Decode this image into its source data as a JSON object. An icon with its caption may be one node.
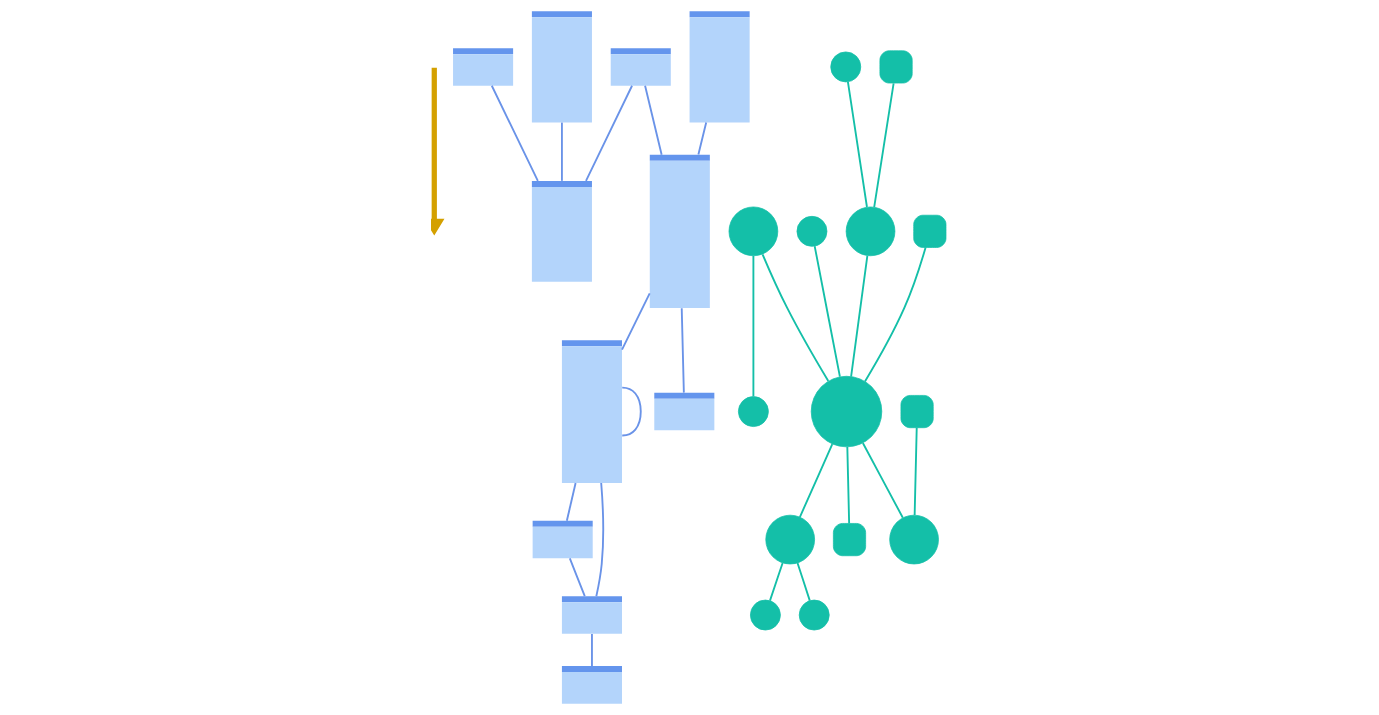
{
  "diagram": {
    "nodes": [
      {
        "text": [],
        "shape": "box"
      },
      {
        "text": [],
        "shape": "box"
      },
      {
        "text": [],
        "shape": "box"
      },
      {
        "text": [],
        "shape": "box"
      },
      {
        "text": [],
        "shape": "box"
      },
      {
        "text": [],
        "shape": "box"
      },
      {
        "text": [],
        "shape": "box"
      },
      {
        "text": [],
        "shape": "box"
      },
      {
        "text": [],
        "shape": "box"
      },
      {
        "text": [],
        "shape": "box"
      },
      {
        "text": [],
        "shape": "box"
      },
      {
        "text": [],
        "shape": "circle"
      },
      {
        "text": [],
        "shape": "circle"
      },
      {
        "text": [],
        "shape": "circle"
      },
      {
        "text": [],
        "shape": "box"
      },
      {
        "text": [],
        "shape": "circle"
      },
      {
        "text": [],
        "shape": "circle"
      },
      {
        "text": [],
        "shape": "circle"
      },
      {
        "text": [],
        "shape": "box"
      },
      {
        "text": [],
        "shape": "circle"
      },
      {
        "text": [],
        "shape": "circle"
      },
      {
        "text": [],
        "shape": "box"
      },
      {
        "text": [],
        "shape": "circle"
      },
      {
        "text": [],
        "shape": "box"
      },
      {
        "text": [],
        "shape": "circle"
      }
    ],
    "edges": [
      {
        "from": 1,
        "to": 5,
        "arrow": "none",
        "color": "#6a93e8"
      },
      {
        "from": 1,
        "to": 2,
        "arrow": "none",
        "color": "#6a93e8"
      },
      {
        "from": 0,
        "to": 2,
        "arrow": "none",
        "color": "#6a93e8"
      },
      {
        "from": 3,
        "to": 2,
        "arrow": "none",
        "color": "#6a93e8"
      },
      {
        "from": 5,
        "to": 7,
        "arrow": "none",
        "color": "#6a93e8"
      },
      {
        "from": 4,
        "to": 5,
        "arrow": "none",
        "color": "#6a93e8"
      },
      {
        "from": 5,
        "to": 6,
        "arrow": "none",
        "color": "#6a93e8"
      },
      {
        "from": 6,
        "to": 8,
        "arrow": "none",
        "color": "#6a93e8"
      },
      {
        "from": 8,
        "to": 9,
        "arrow": "none",
        "color": "#6a93e8"
      },
      {
        "from": 6,
        "to": 9,
        "arrow": "none",
        "color": "#6a93e8"
      },
      {
        "from": 6,
        "to": 6,
        "arrow": "none",
        "color": "#6a93e8"
      },
      {
        "from": 9,
        "to": 10,
        "arrow": "none",
        "color": "#6a93e8"
      },
      {
        "from": 11,
        "to": 15,
        "arrow": "none"
      },
      {
        "from": 11,
        "to": 17,
        "arrow": "none"
      },
      {
        "from": 12,
        "to": 17,
        "arrow": "none"
      },
      {
        "from": 13,
        "to": 16,
        "arrow": "none"
      },
      {
        "from": 14,
        "to": 16,
        "arrow": "none"
      },
      {
        "from": 16,
        "to": 17,
        "arrow": "none"
      },
      {
        "from": 18,
        "to": 17,
        "arrow": "none"
      },
      {
        "from": 17,
        "to": 19,
        "arrow": "none"
      },
      {
        "from": 19,
        "to": 20,
        "arrow": "none"
      },
      {
        "from": 19,
        "to": 24,
        "arrow": "none"
      },
      {
        "from": 17,
        "to": 22,
        "arrow": "none"
      },
      {
        "from": 21,
        "to": 22,
        "arrow": "none"
      },
      {
        "from": 17,
        "to": 23,
        "arrow": "none"
      }
    ]
  }
}
